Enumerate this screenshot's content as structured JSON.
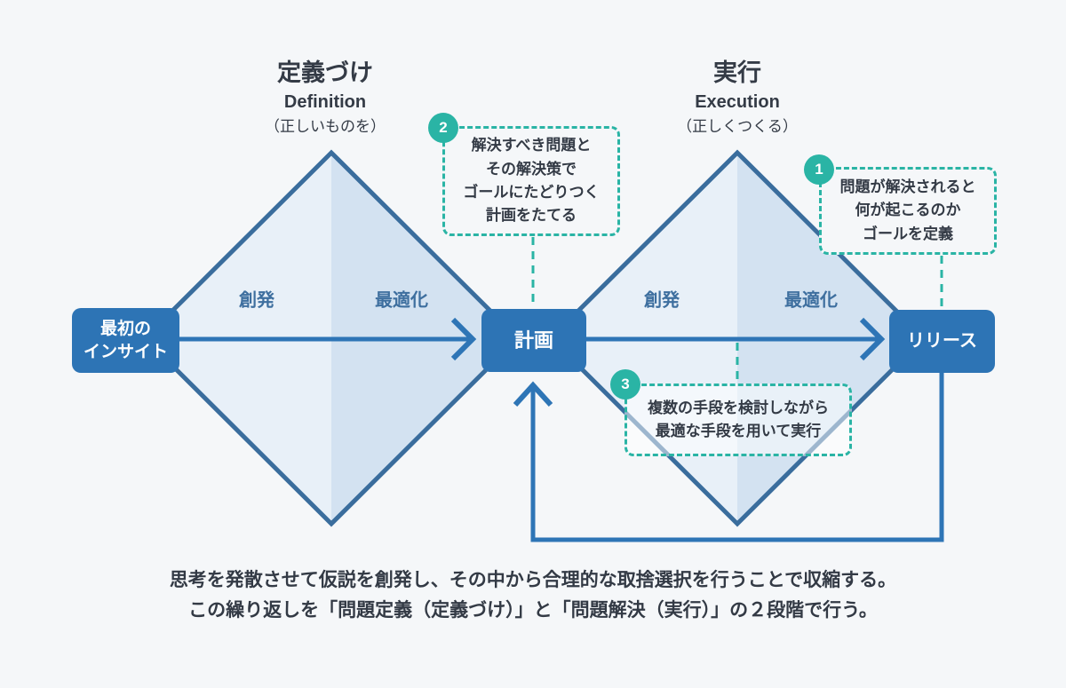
{
  "colors": {
    "background": "#f5f7f9",
    "primary_blue": "#2d74b5",
    "diamond_border": "#3a6d9d",
    "diamond_fill_light": "#e8f0f8",
    "diamond_fill_dark": "#d3e2f1",
    "accent_teal": "#2ab4a5",
    "text_dark": "#333a45",
    "label_blue": "#3e6f9f"
  },
  "phases": [
    {
      "title": "定義づけ",
      "subtitle": "Definition",
      "note": "（正しいものを）",
      "diverge_label": "創発",
      "converge_label": "最適化"
    },
    {
      "title": "実行",
      "subtitle": "Execution",
      "note": "（正しくつくる）",
      "diverge_label": "創発",
      "converge_label": "最適化"
    }
  ],
  "nodes": {
    "start": "最初の\nインサイト",
    "plan": "計画",
    "release": "リリース"
  },
  "callouts": [
    {
      "number": "1",
      "text": "問題が解決されると\n何が起こるのか\nゴールを定義"
    },
    {
      "number": "2",
      "text": "解決すべき問題と\nその解決策で\nゴールにたどりつく\n計画をたてる"
    },
    {
      "number": "3",
      "text": "複数の手段を検討しながら\n最適な手段を用いて実行"
    }
  ],
  "caption": "思考を発散させて仮説を創発し、その中から合理的な取捨選択を行うことで収縮する。\nこの繰り返しを「問題定義（定義づけ）」と「問題解決（実行）」の２段階で行う。"
}
